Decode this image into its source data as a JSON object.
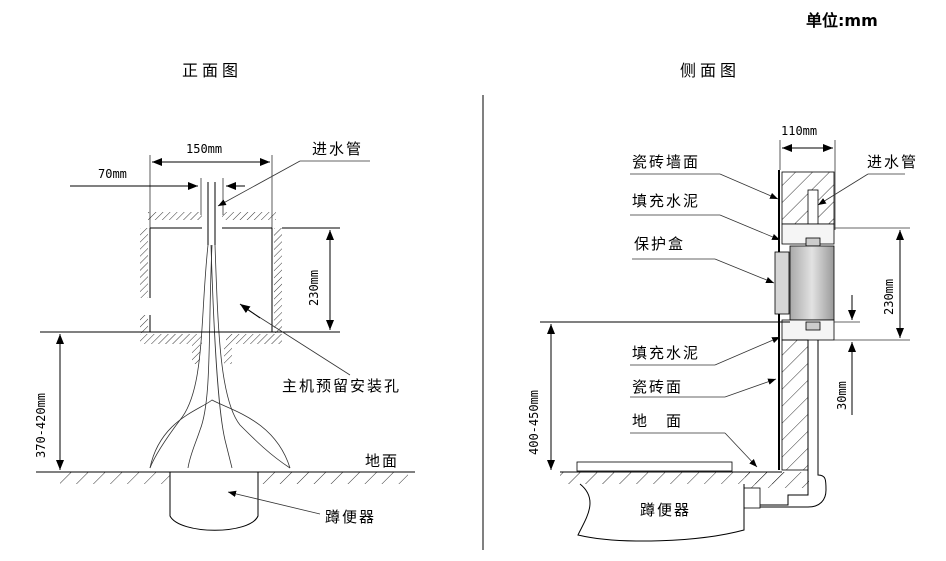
{
  "unit_label": "单位:mm",
  "front_view": {
    "title": "正面图",
    "labels": {
      "inlet_pipe": "进水管",
      "install_hole": "主机预留安装孔",
      "floor": "地面",
      "squat_toilet": "蹲便器"
    },
    "dimensions": {
      "width": "150mm",
      "pipe_gap": "70mm",
      "hole_height": "230mm",
      "height_above_floor": "370-420mm"
    }
  },
  "side_view": {
    "title": "侧面图",
    "labels": {
      "tile_wall": "瓷砖墙面",
      "filler_cement_top": "填充水泥",
      "protection_box": "保护盒",
      "filler_cement_bottom": "填充水泥",
      "tile_surface": "瓷砖面",
      "floor": "地　面",
      "inlet_pipe": "进水管",
      "squat_toilet": "蹲便器"
    },
    "dimensions": {
      "depth": "110mm",
      "box_height": "230mm",
      "offset": "30mm",
      "height_above_floor": "400-450mm"
    }
  },
  "colors": {
    "line": "#000000",
    "box_fill": "#c8c8c8"
  }
}
